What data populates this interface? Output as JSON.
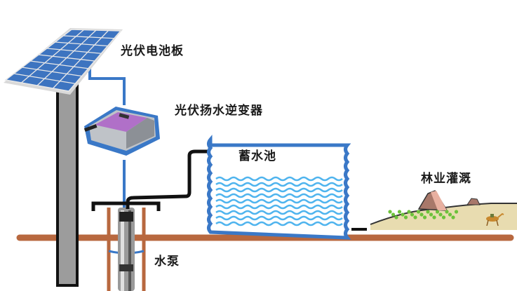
{
  "labels": {
    "solar_panel": "光伏电池板",
    "inverter": "光伏扬水逆变器",
    "reservoir": "蓄水池",
    "irrigation": "林业灌溉",
    "pump": "水泵"
  },
  "colors": {
    "panel_blue": "#3d74c0",
    "panel_frame": "#d9d9d9",
    "cable_blue": "#3a78c7",
    "pipe_black": "#111111",
    "ground_brown": "#b8683f",
    "water_light": "#4fb4ee",
    "reservoir_outline": "#3a78c7",
    "pole_gray": "#9c9c9c",
    "inverter_purple": "#b070c8",
    "sand": "#e8dcb0",
    "grass": "#6cc23a"
  }
}
